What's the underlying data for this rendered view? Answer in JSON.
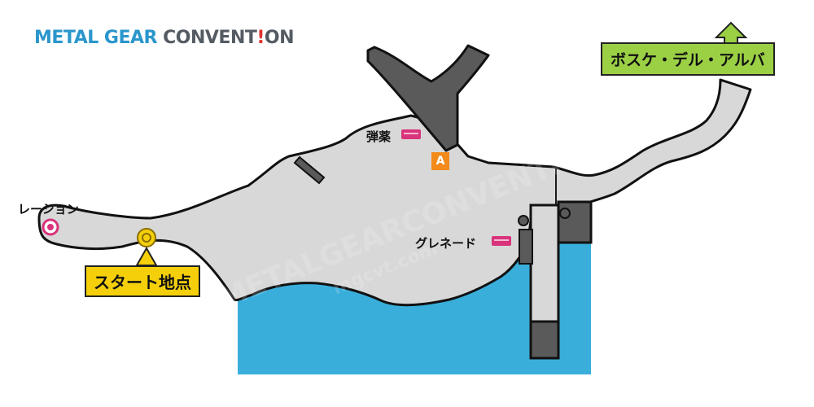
{
  "brand": {
    "part_a": "METAL GEAR ",
    "part_b": "CONVENT",
    "part_c": "!",
    "part_d": "ON"
  },
  "watermark": {
    "lines": [
      "METALGEARCONVENTION",
      "mgcvt.com"
    ]
  },
  "locations": {
    "start": "スタート地点",
    "exit_destination": "ボスケ・デル・アルバ",
    "ration": "レーション",
    "ammo": "弾薬",
    "grenade": "グレネード",
    "marker_a": "A"
  },
  "colors": {
    "water": "#3aaedb",
    "ground": "#d8d8d8",
    "wall": "#5a5a5a",
    "item_pink": "#d8337b",
    "start_yellow": "#f5d00a",
    "exit_green": "#9bd045",
    "marker_orange": "#f28a1c"
  },
  "icons": {
    "start": "start-point-icon",
    "ration": "ration-icon",
    "ammo": "ammo-icon",
    "grenade": "grenade-icon",
    "exit_arrow": "up-arrow-icon"
  }
}
